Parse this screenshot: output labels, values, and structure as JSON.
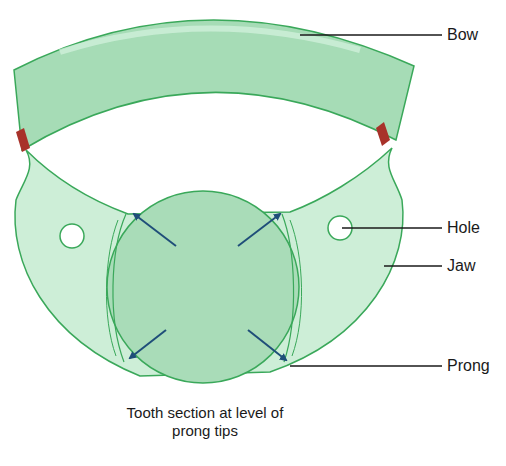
{
  "diagram": {
    "labels": [
      "Bow",
      "Hole",
      "Jaw",
      "Prong",
      "Tooth section at level of prong tips"
    ]
  }
}
